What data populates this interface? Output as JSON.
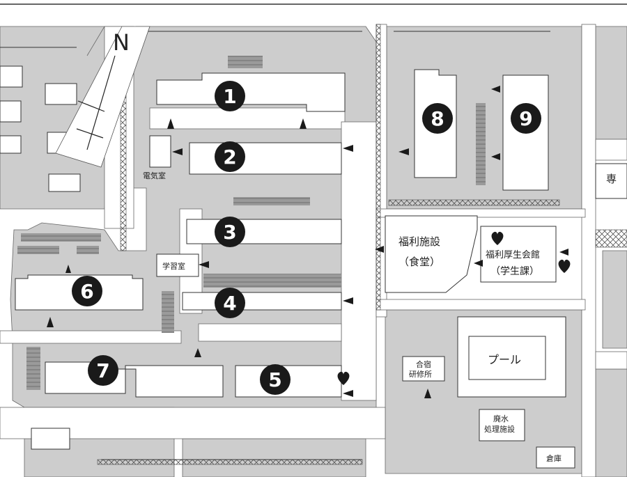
{
  "map": {
    "colors": {
      "ground": "#cdcdcd",
      "road": "#ffffff",
      "building": "#ffffff",
      "outline": "#444444",
      "hatch": "#888888",
      "marker": "#1a1a1a"
    },
    "compass": {
      "north": "N"
    },
    "buildings": [
      {
        "id": "b1",
        "number": "1"
      },
      {
        "id": "b2",
        "number": "2"
      },
      {
        "id": "b3",
        "number": "3"
      },
      {
        "id": "b4",
        "number": "4"
      },
      {
        "id": "b5",
        "number": "5"
      },
      {
        "id": "b6",
        "number": "6"
      },
      {
        "id": "b7",
        "number": "7"
      },
      {
        "id": "b8",
        "number": "8"
      },
      {
        "id": "b9",
        "number": "9"
      }
    ],
    "labels": {
      "electric_room": "電気室",
      "study_room": "学習室",
      "welfare_1": "福利施設",
      "welfare_2": "（食堂）",
      "union_1": "福利厚生会館",
      "union_2": "（学生課）",
      "dorm_1": "合宿",
      "dorm_2": "研修所",
      "pool": "プール",
      "waste_1": "廃水",
      "waste_2": "処理施設",
      "storage": "倉庫",
      "edge": "専"
    },
    "icons": [
      "entrance-icon",
      "heart-icon"
    ]
  }
}
